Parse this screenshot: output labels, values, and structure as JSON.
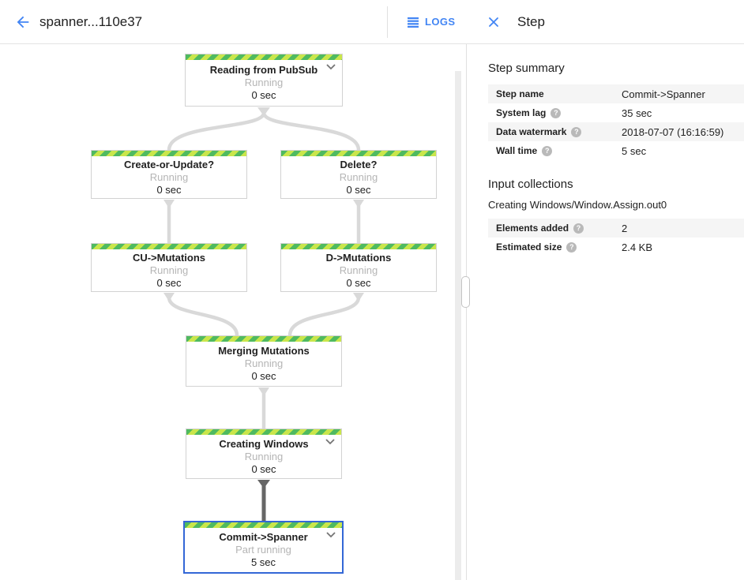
{
  "header": {
    "title": "spanner...110e37",
    "logs_label": "LOGS"
  },
  "panel": {
    "title": "Step",
    "step_summary": {
      "heading": "Step summary",
      "rows": [
        {
          "label": "Step name",
          "value": "Commit->Spanner"
        },
        {
          "label": "System lag",
          "value": "35 sec"
        },
        {
          "label": "Data watermark",
          "value": "2018-07-07 (16:16:59)"
        },
        {
          "label": "Wall time",
          "value": "5 sec"
        }
      ]
    },
    "input_collections": {
      "heading": "Input collections",
      "collection_name": "Creating Windows/Window.Assign.out0",
      "rows": [
        {
          "label": "Elements added",
          "value": "2"
        },
        {
          "label": "Estimated size",
          "value": "2.4 KB"
        }
      ]
    }
  },
  "graph": {
    "nodes": [
      {
        "title": "Reading from PubSub",
        "status": "Running",
        "time": "0 sec"
      },
      {
        "title": "Create-or-Update?",
        "status": "Running",
        "time": "0 sec"
      },
      {
        "title": "Delete?",
        "status": "Running",
        "time": "0 sec"
      },
      {
        "title": "CU->Mutations",
        "status": "Running",
        "time": "0 sec"
      },
      {
        "title": "D->Mutations",
        "status": "Running",
        "time": "0 sec"
      },
      {
        "title": "Merging Mutations",
        "status": "Running",
        "time": "0 sec"
      },
      {
        "title": "Creating Windows",
        "status": "Running",
        "time": "0 sec"
      },
      {
        "title": "Commit->Spanner",
        "status": "Part running",
        "time": "5 sec"
      }
    ]
  },
  "colors": {
    "accent_blue": "#4285f4",
    "selected_border": "#3367d6",
    "stripe_green": "#4fba60",
    "stripe_yellow_green": "#c9e64b",
    "edge_gray": "#d9d9d9",
    "edge_dark": "#666666",
    "row_alt_bg": "#f5f5f5"
  }
}
